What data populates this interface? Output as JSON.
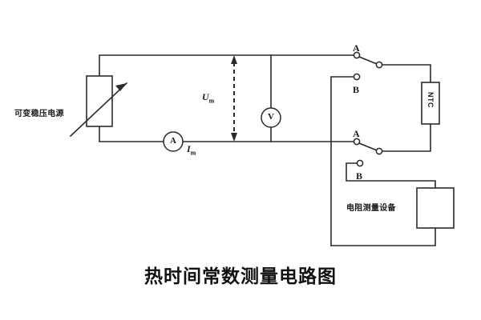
{
  "diagram": {
    "title": "热时间常数测量电路图",
    "components": {
      "power_supply_label": "可变稳压电源",
      "ammeter_symbol": "A",
      "voltmeter_symbol": "V",
      "thermistor_label": "NTC",
      "resistance_meter_label": "电阻测量设备"
    },
    "measurements": {
      "voltage_symbol": "U",
      "voltage_subscript": "m",
      "current_symbol": "I",
      "current_subscript": "m"
    },
    "switch_terminals": {
      "upper_a": "A",
      "upper_b": "B",
      "lower_a": "A",
      "lower_b": "B"
    },
    "colors": {
      "line": "#2b2b2b",
      "background": "#ffffff",
      "text": "#111111"
    }
  }
}
